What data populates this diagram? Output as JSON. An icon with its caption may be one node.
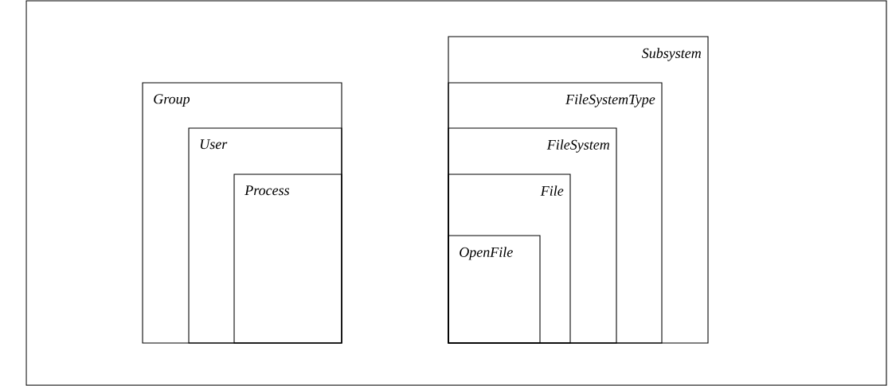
{
  "diagram": {
    "nodes": [
      {
        "text": [
          "Group"
        ]
      },
      {
        "text": [
          "User"
        ],
        "in": 0
      },
      {
        "text": [
          "Process"
        ],
        "in": 1
      },
      {
        "text": [
          "Subsystem"
        ]
      },
      {
        "text": [
          "FileSystemType"
        ],
        "in": 3
      },
      {
        "text": [
          "FileSystem"
        ],
        "in": 4
      },
      {
        "text": [
          "File"
        ],
        "in": 5
      },
      {
        "text": [
          "OpenFile"
        ],
        "in": 6
      }
    ]
  }
}
